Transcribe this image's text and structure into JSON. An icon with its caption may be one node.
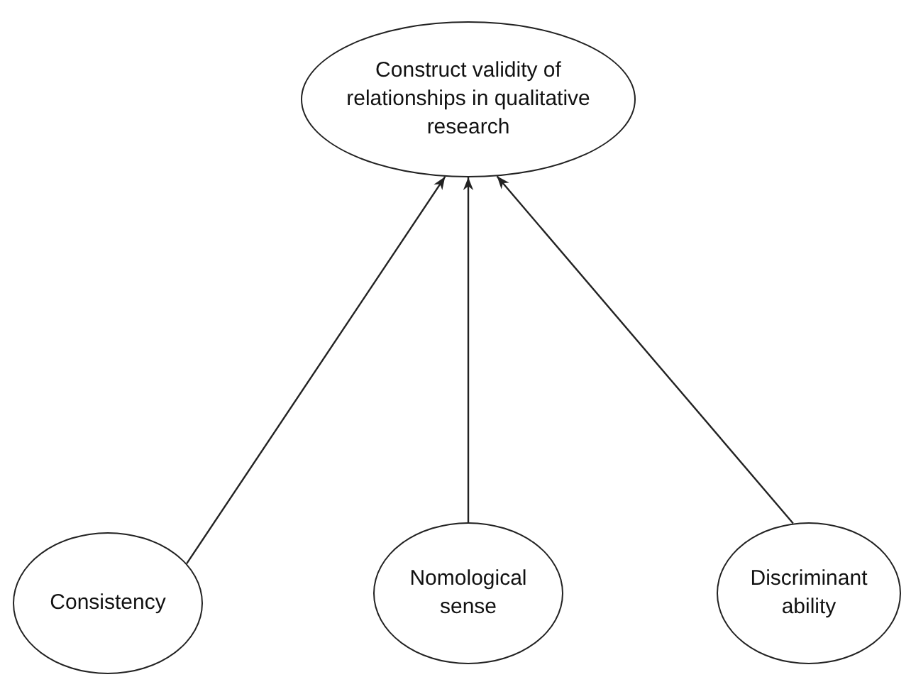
{
  "diagram": {
    "nodes": [
      {
        "text": [
          "Construct validity of relationships in qualitative research"
        ]
      },
      {
        "text": [
          "Consistency"
        ]
      },
      {
        "text": [
          "Nomological sense"
        ]
      },
      {
        "text": [
          "Discriminant ability"
        ]
      }
    ],
    "edges": [
      {
        "from": 1,
        "to": 0,
        "arrow": "to"
      },
      {
        "from": 2,
        "to": 0,
        "arrow": "to"
      },
      {
        "from": 3,
        "to": 0,
        "arrow": "to"
      }
    ]
  }
}
